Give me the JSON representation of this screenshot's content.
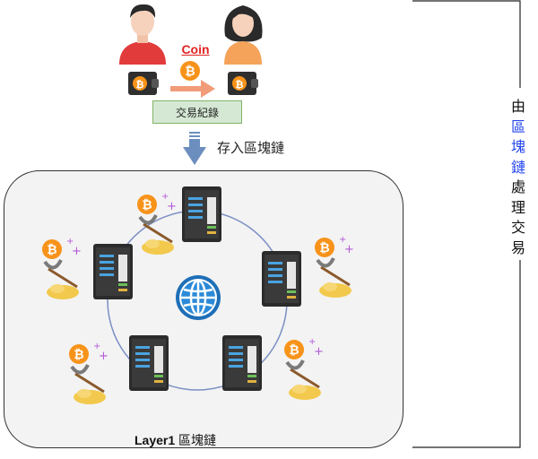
{
  "transaction": {
    "coin_label": "Coin",
    "record_label": "交易紀錄",
    "store_label": "存入區塊鏈"
  },
  "layer": {
    "label_en": "Layer1",
    "label_zh": "區塊鏈"
  },
  "side_caption": {
    "chars": [
      {
        "text": "由",
        "highlight": false
      },
      {
        "text": "區",
        "highlight": true
      },
      {
        "text": "塊",
        "highlight": true
      },
      {
        "text": "鏈",
        "highlight": true
      },
      {
        "text": "處",
        "highlight": false
      },
      {
        "text": "理",
        "highlight": false
      },
      {
        "text": "交",
        "highlight": false
      },
      {
        "text": "易",
        "highlight": false
      }
    ]
  },
  "bitcoin_symbol": "₿",
  "colors": {
    "bitcoin": "#f7931a",
    "highlight_text": "#2244ee",
    "coin_label": "#e02424",
    "record_box": "#d5e8d4",
    "arrow_blue": "#6c8ebf",
    "arrow_orange": "#f19c79",
    "globe": "#1e6fb8",
    "network_ring": "#7b8fc4"
  },
  "icons": {
    "sender": "man-avatar-icon",
    "receiver": "woman-avatar-icon",
    "wallet": "wallet-icon",
    "server": "server-icon",
    "miner": "mining-pickaxe-icon",
    "network": "globe-icon"
  }
}
